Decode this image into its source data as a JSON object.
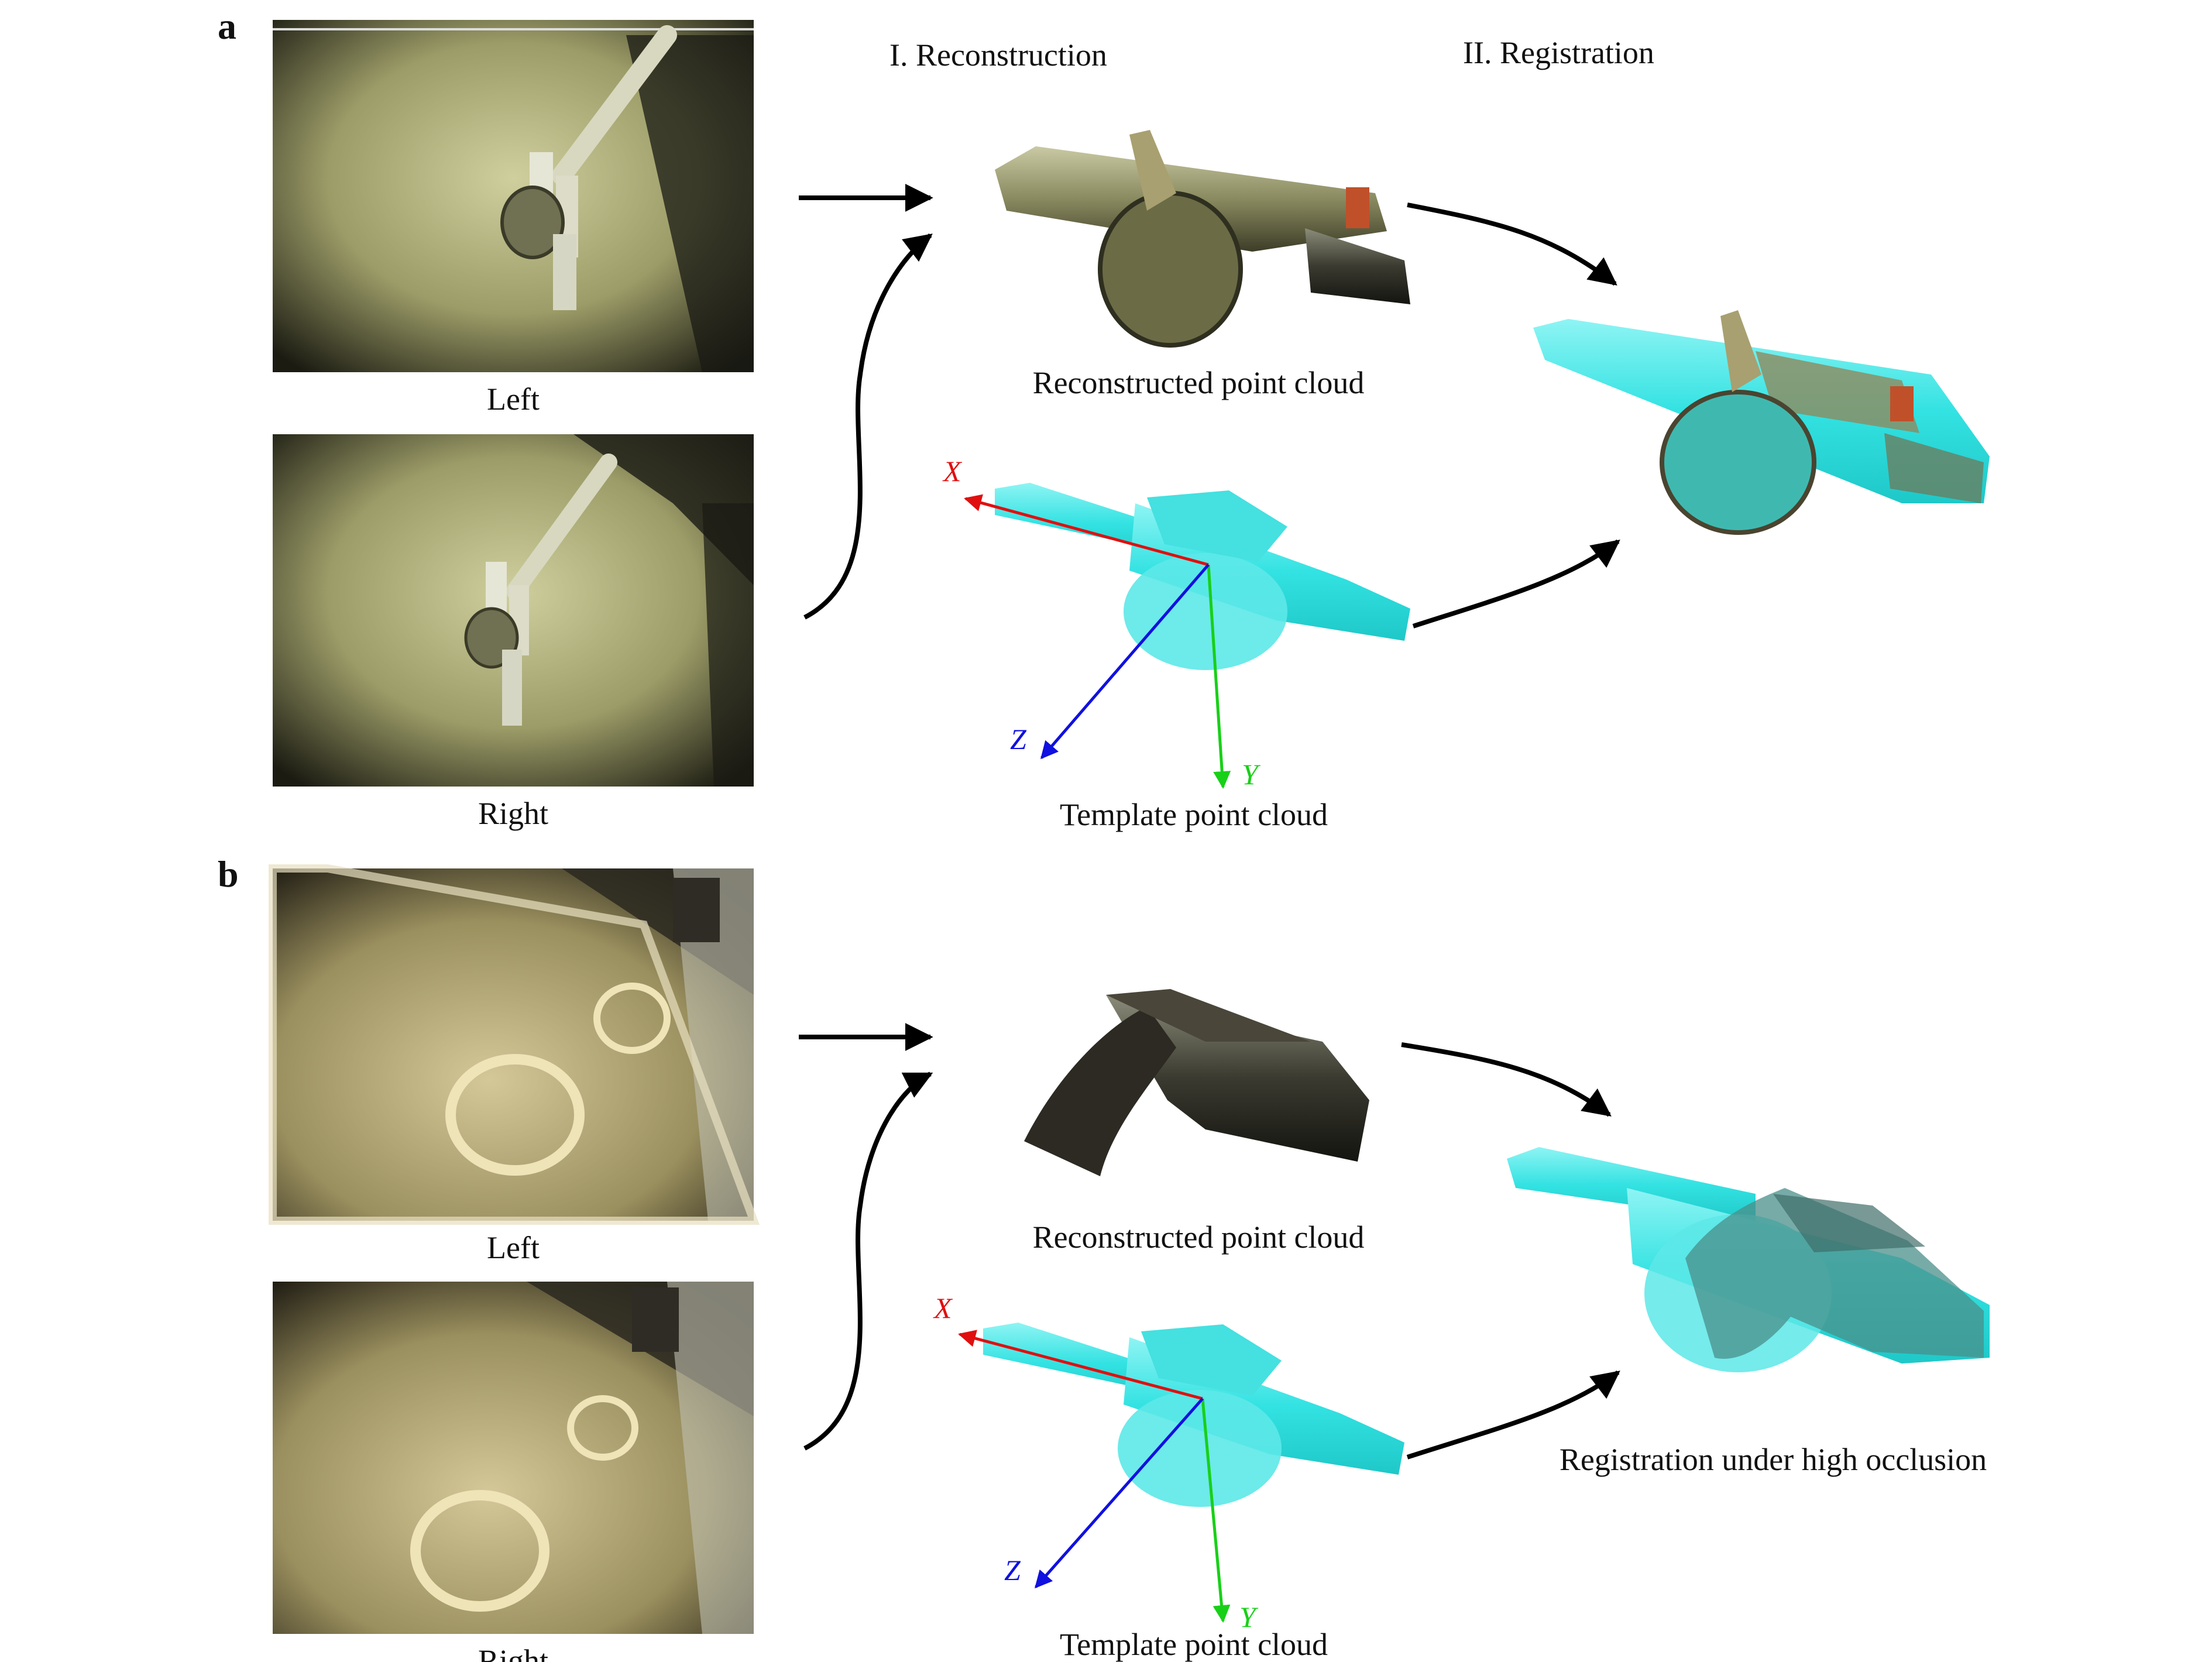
{
  "panels": [
    {
      "id": "a",
      "label": "a",
      "stage1_title": "I. Reconstruction",
      "stage2_title": "II. Registration",
      "left_caption": "Left",
      "right_caption": "Right",
      "reconstructed_caption": "Reconstructed point cloud",
      "template_caption": "Template point cloud",
      "result_caption": "",
      "axes": {
        "x": "X",
        "y": "Y",
        "z": "Z"
      }
    },
    {
      "id": "b",
      "label": "b",
      "left_caption": "Left",
      "right_caption": "Right",
      "reconstructed_caption": "Reconstructed point cloud",
      "template_caption": "Template point cloud",
      "result_caption": "Registration under high occlusion",
      "axes": {
        "x": "X",
        "y": "Y",
        "z": "Z"
      }
    }
  ],
  "colors": {
    "arrow": "#000000",
    "x_axis": "#e01010",
    "y_axis": "#18d018",
    "z_axis": "#1010e0",
    "template_cloud": "#33e6e6",
    "reconstructed_cloud": "#7a7a52",
    "photo_bright": "#c8c89a",
    "photo_dark": "#151510"
  }
}
